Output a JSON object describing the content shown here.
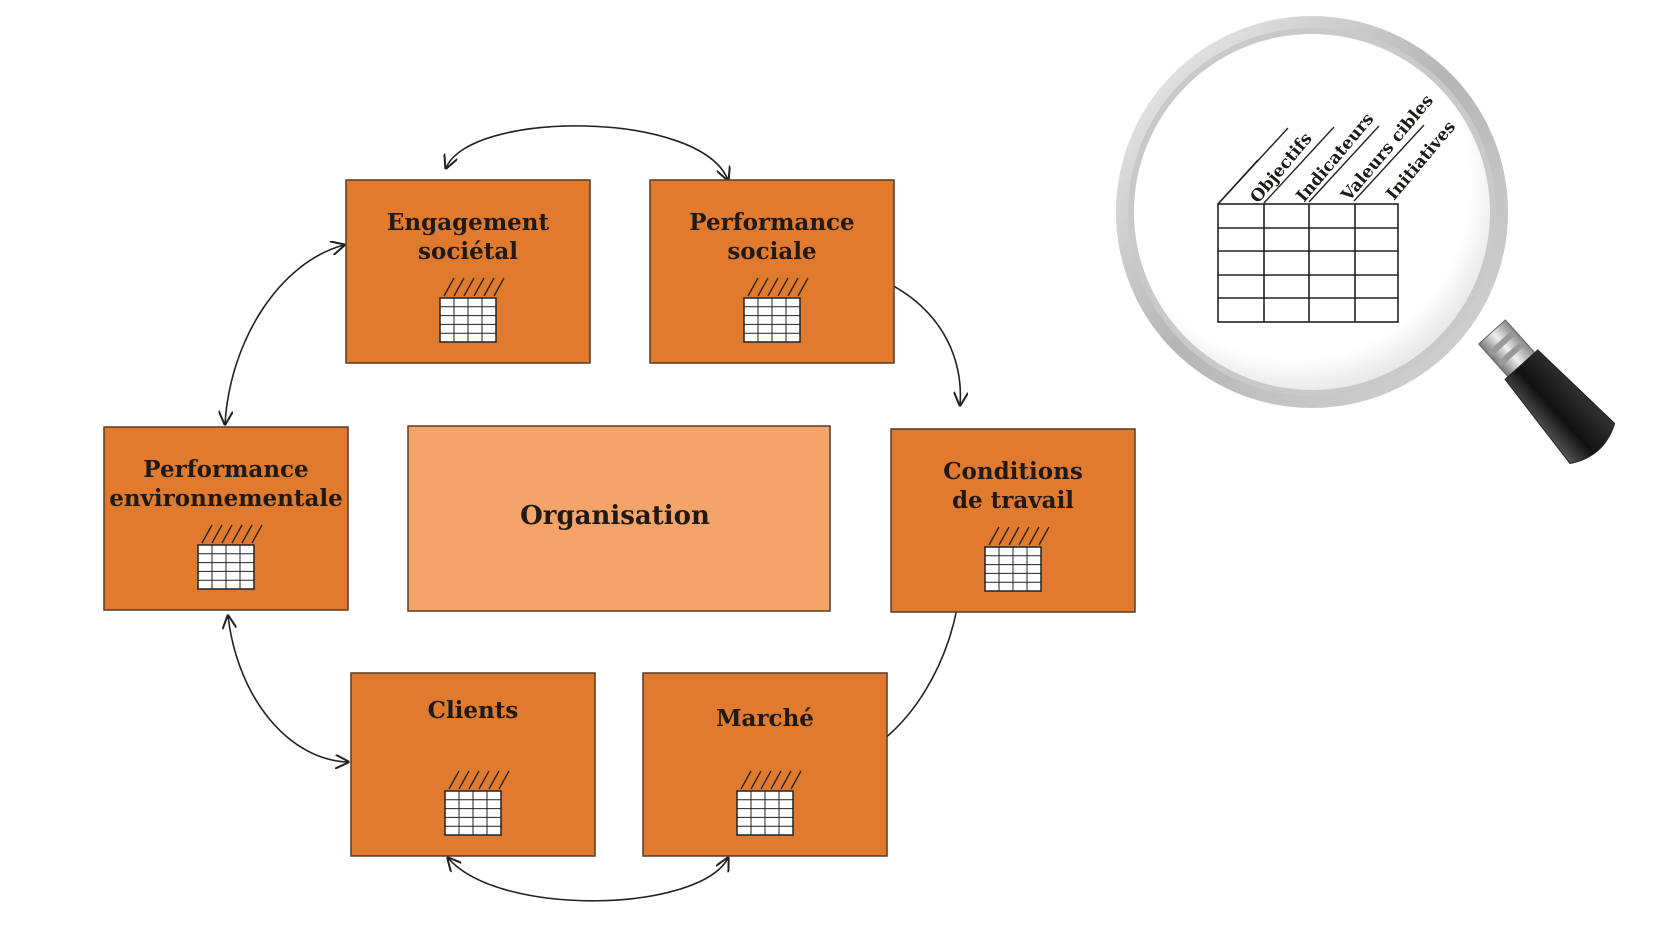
{
  "center": {
    "label": "Organisation",
    "fill": "#f4a468"
  },
  "box_fill": "#e07a2e",
  "boxes": [
    {
      "id": "engagement",
      "lines": [
        "Engagement",
        "sociétal"
      ],
      "icon": "table-icon"
    },
    {
      "id": "sociale",
      "lines": [
        "Performance",
        "sociale"
      ],
      "icon": "table-icon"
    },
    {
      "id": "travail",
      "lines": [
        "Conditions",
        "de travail"
      ],
      "icon": "table-icon"
    },
    {
      "id": "marche",
      "lines": [
        "Marché"
      ],
      "icon": "table-icon"
    },
    {
      "id": "clients",
      "lines": [
        "Clients"
      ],
      "icon": "table-icon"
    },
    {
      "id": "environnement",
      "lines": [
        "Performance",
        "environnementale"
      ],
      "icon": "table-icon"
    }
  ],
  "magnifier": {
    "icon": "magnifying-glass-icon",
    "columns": [
      "Objectifs",
      "Indicateurs",
      "Valeurs cibles",
      "Initiatives"
    ]
  }
}
